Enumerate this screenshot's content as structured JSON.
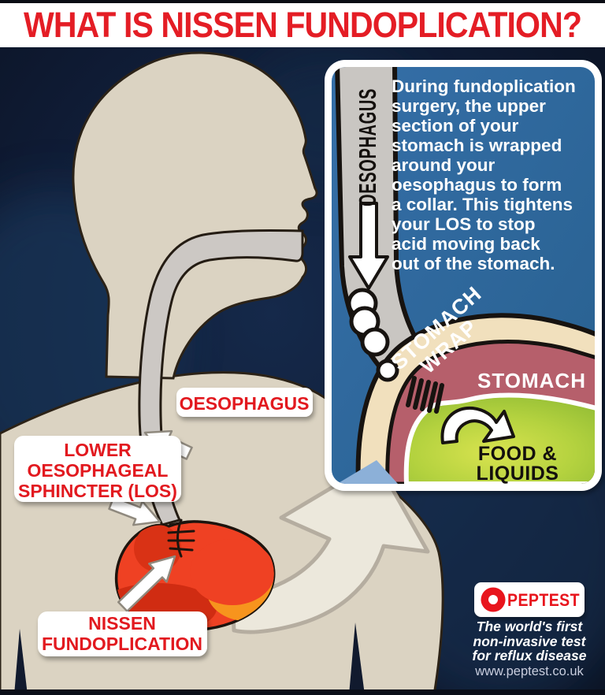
{
  "title": "WHAT IS NISSEN FUNDOPLICATION?",
  "colors": {
    "accent_red": "#e41d25",
    "panel_blue": "#306da5",
    "body_beige": "#dbd3c2",
    "background_navy": "#0d1528",
    "stomach_red": "#ef4123",
    "stomach_maroon": "#b65f6b",
    "food_green": "#a6cb3f",
    "wall_cream": "#f1e0bd"
  },
  "inset": {
    "vertical_label": "OESOPHAGUS",
    "paragraph_lines": [
      "During fundoplication",
      "surgery, the upper",
      "section of your",
      "stomach is wrapped",
      "around your",
      "oesophagus to form",
      "a collar. This tightens",
      "your LOS to stop",
      "acid moving back",
      "out of the stomach."
    ],
    "stomach_wrap_line1": "STOMACH",
    "stomach_wrap_line2": "WRAP",
    "stomach_label": "STOMACH",
    "food_line1": "FOOD &",
    "food_line2": "LIQUIDS"
  },
  "body_labels": {
    "oesophagus": "OESOPHAGUS",
    "los_line1": "LOWER",
    "los_line2": "OESOPHAGEAL",
    "los_line3": "SPHINCTER (LOS)",
    "nissen_line1": "NISSEN",
    "nissen_line2": "FUNDOPLICATION"
  },
  "footer": {
    "brand": "PEPTEST",
    "tagline_line1": "The world's first",
    "tagline_line2": "non-invasive test",
    "tagline_line3": "for reflux disease",
    "url": "www.peptest.co.uk"
  }
}
